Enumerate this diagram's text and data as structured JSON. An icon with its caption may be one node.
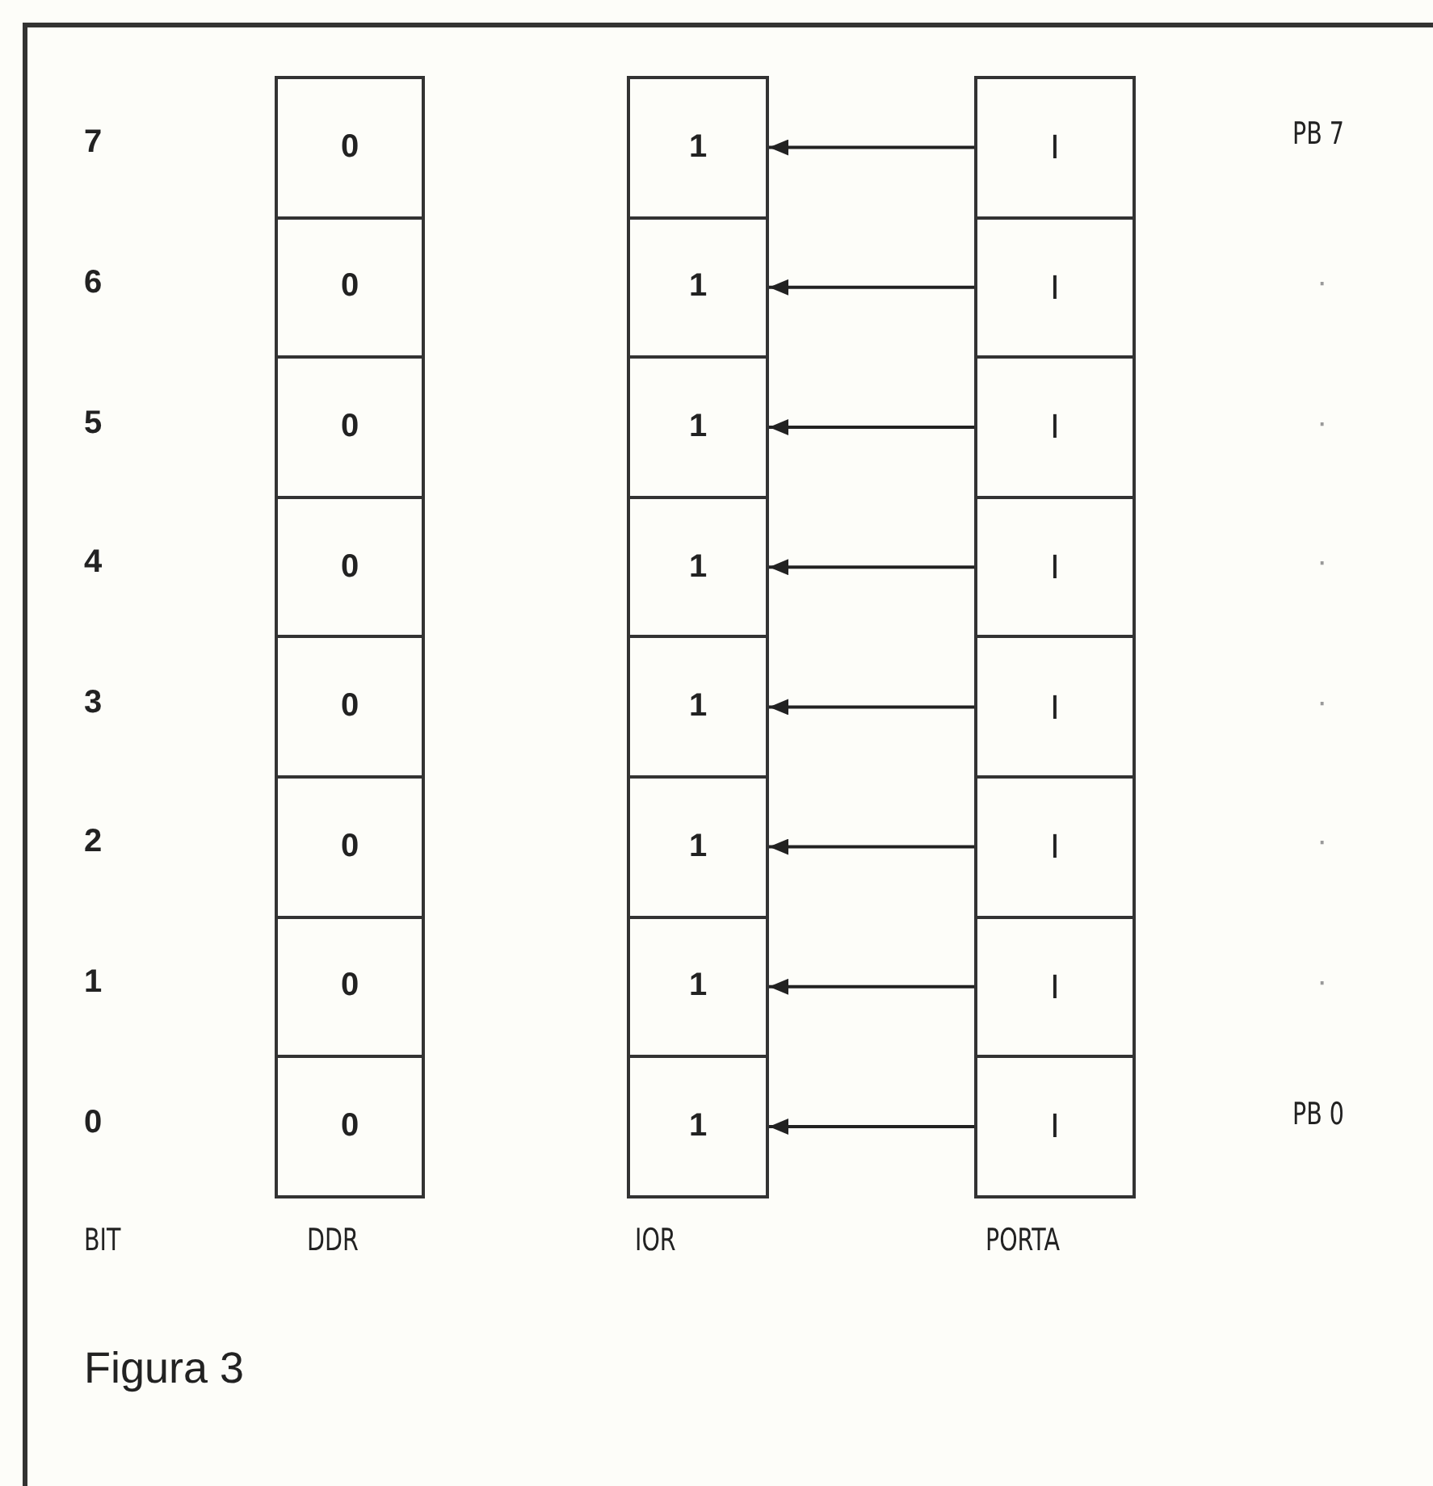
{
  "diagram": {
    "caption": "Figura 3",
    "nodes": [
      {
        "text": [
          "0"
        ]
      },
      {
        "text": [
          "0"
        ]
      },
      {
        "text": [
          "0"
        ]
      },
      {
        "text": [
          "0"
        ]
      },
      {
        "text": [
          "0"
        ]
      },
      {
        "text": [
          "0"
        ]
      },
      {
        "text": [
          "0"
        ]
      },
      {
        "text": [
          "0"
        ]
      },
      {
        "text": [
          "1"
        ]
      },
      {
        "text": [
          "1"
        ]
      },
      {
        "text": [
          "1"
        ]
      },
      {
        "text": [
          "1"
        ]
      },
      {
        "text": [
          "1"
        ]
      },
      {
        "text": [
          "1"
        ]
      },
      {
        "text": [
          "1"
        ]
      },
      {
        "text": [
          "1"
        ]
      },
      {
        "text": [
          "I"
        ]
      },
      {
        "text": [
          "I"
        ]
      },
      {
        "text": [
          "I"
        ]
      },
      {
        "text": [
          "I"
        ]
      },
      {
        "text": [
          "I"
        ]
      },
      {
        "text": [
          "I"
        ]
      },
      {
        "text": [
          "I"
        ]
      },
      {
        "text": [
          "I"
        ]
      }
    ],
    "edges": [
      {
        "from": 16,
        "to": 8,
        "arrow": "to"
      },
      {
        "from": 17,
        "to": 9,
        "arrow": "to"
      },
      {
        "from": 18,
        "to": 10,
        "arrow": "to"
      },
      {
        "from": 19,
        "to": 11,
        "arrow": "to"
      },
      {
        "from": 20,
        "to": 12,
        "arrow": "to"
      },
      {
        "from": 21,
        "to": 13,
        "arrow": "to"
      },
      {
        "from": 22,
        "to": 14,
        "arrow": "to"
      },
      {
        "from": 23,
        "to": 15,
        "arrow": "to"
      }
    ],
    "labels": [
      "7",
      "PB 7",
      "6",
      "·",
      "5",
      "·",
      "4",
      "·",
      "3",
      "·",
      "2",
      "·",
      "1",
      "·",
      "0",
      "PB 0",
      "BIT",
      "DDR",
      "IOR",
      "PORTA"
    ]
  }
}
